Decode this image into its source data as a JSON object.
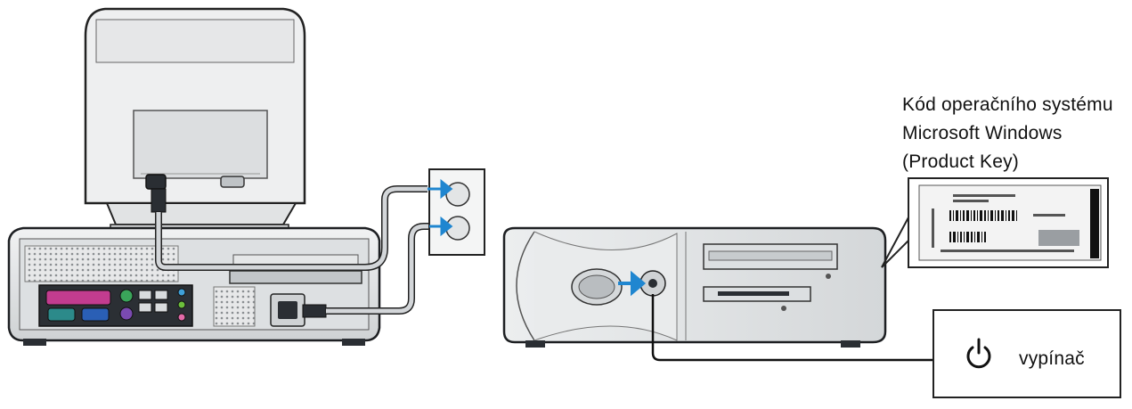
{
  "product_key_callout": {
    "line1": "Kód operačního systému",
    "line2": "Microsoft Windows",
    "line3": "(Product Key)"
  },
  "power_callout": {
    "label": "vypínač",
    "icon": "power-icon"
  },
  "colors": {
    "arrow": "#1f86d0",
    "line": "#111111",
    "cable": "#cfd3d6",
    "device_body": "#e3e5e6",
    "device_dark": "#2a2e33"
  }
}
